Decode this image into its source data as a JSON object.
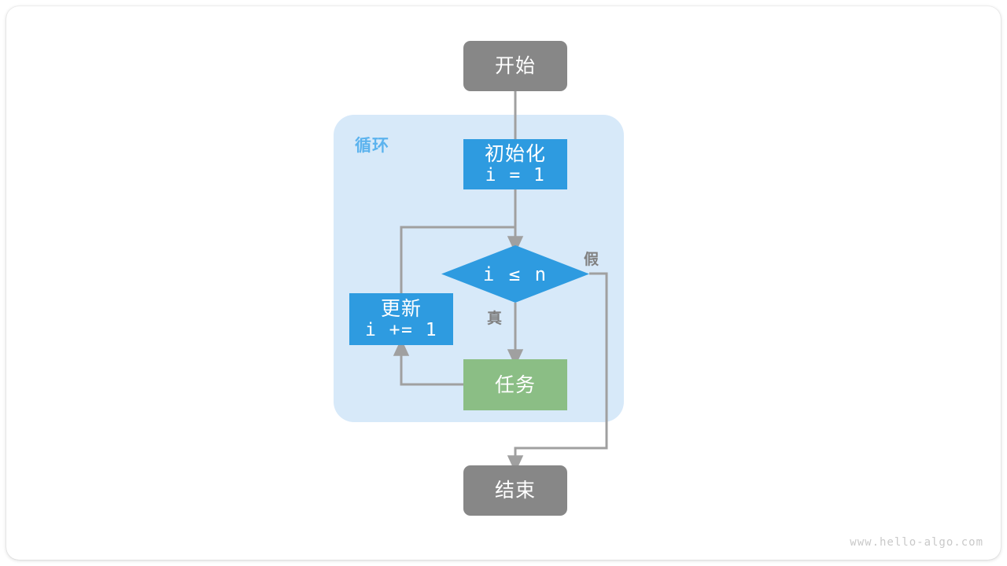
{
  "diagram": {
    "title": "for-loop-flowchart",
    "watermark": "www.hello-algo.com",
    "colors": {
      "terminal": "#878787",
      "process": "#2E9BE0",
      "task": "#8BBE85",
      "loop_container": "#D7E9F9",
      "loop_label": "#5CB3EE",
      "connector": "#A0A0A0",
      "edge_label": "#808080",
      "background": "#FFFFFF"
    },
    "nodes": [
      {
        "id": "start",
        "shape": "terminal",
        "label": "开始",
        "sublabel": ""
      },
      {
        "id": "init",
        "shape": "process",
        "label": "初始化",
        "sublabel": "i = 1"
      },
      {
        "id": "cond",
        "shape": "diamond",
        "label": "i ≤ n",
        "sublabel": ""
      },
      {
        "id": "update",
        "shape": "process",
        "label": "更新",
        "sublabel": "i += 1"
      },
      {
        "id": "task",
        "shape": "task",
        "label": "任务",
        "sublabel": ""
      },
      {
        "id": "end",
        "shape": "terminal",
        "label": "结束",
        "sublabel": ""
      }
    ],
    "loop_container": {
      "label": "循环"
    },
    "edge_labels": {
      "true": "真",
      "false": "假"
    }
  }
}
